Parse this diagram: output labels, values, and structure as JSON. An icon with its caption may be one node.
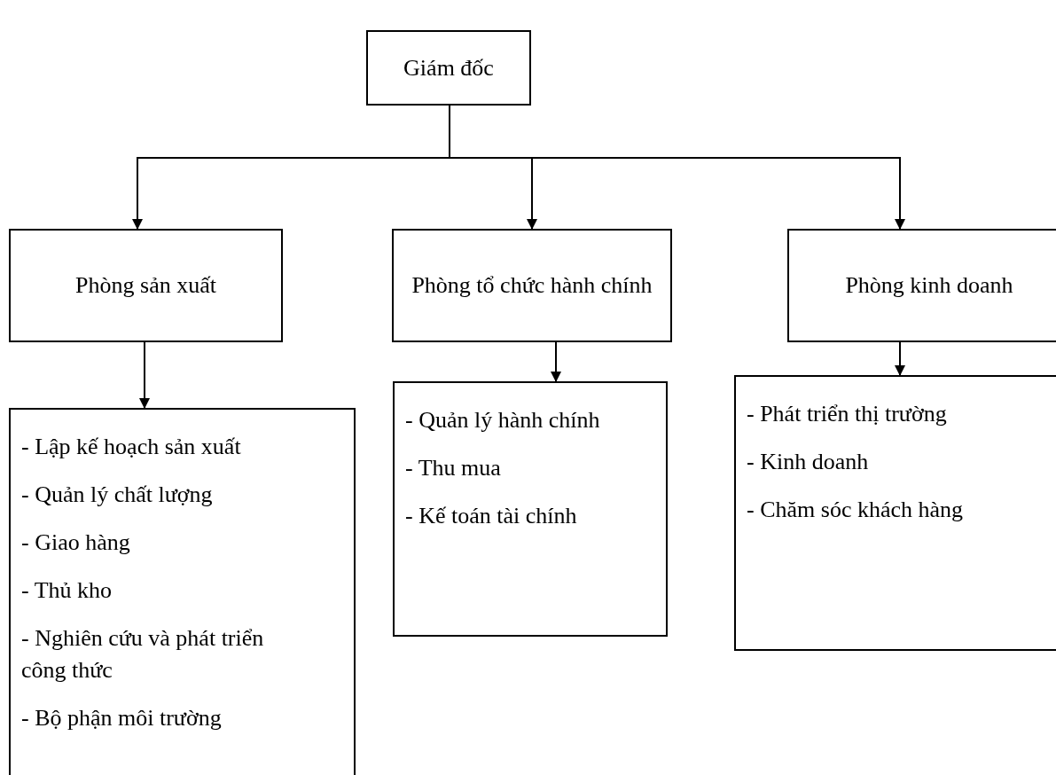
{
  "diagram": {
    "nodes": [
      {
        "text": [
          "Giám đốc"
        ]
      },
      {
        "text": [
          "Phòng sản xuất"
        ]
      },
      {
        "text": [
          "Phòng tổ chức hành chính"
        ]
      },
      {
        "text": [
          "Phòng kinh doanh"
        ]
      },
      {
        "text": [
          "- Lập kế hoạch sản xuất",
          "- Quản lý chất lượng",
          "- Giao hàng",
          "- Thủ kho",
          "- Nghiên cứu và phát triển công thức",
          "- Bộ phận môi trường"
        ]
      },
      {
        "text": [
          "- Quản lý hành chính",
          "- Thu mua",
          "- Kế toán tài chính"
        ]
      },
      {
        "text": [
          "- Phát triển thị trường",
          "- Kinh doanh",
          "- Chăm sóc khách hàng"
        ]
      }
    ],
    "edges": [
      {
        "from": 0,
        "to": 1,
        "arrow": "to"
      },
      {
        "from": 0,
        "to": 2,
        "arrow": "to"
      },
      {
        "from": 0,
        "to": 3,
        "arrow": "to"
      },
      {
        "from": 1,
        "to": 4,
        "arrow": "to"
      },
      {
        "from": 2,
        "to": 5,
        "arrow": "to"
      },
      {
        "from": 3,
        "to": 6,
        "arrow": "to"
      }
    ]
  }
}
